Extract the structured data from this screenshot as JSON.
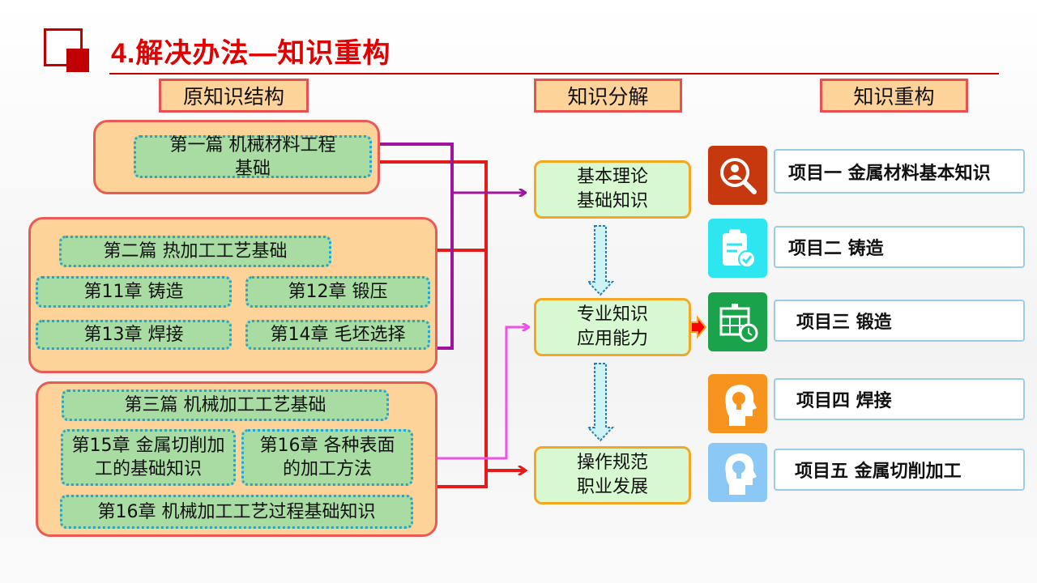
{
  "title": "4.解决办法—知识重构",
  "headers": {
    "original": "原知识结构",
    "decompose": "知识分解",
    "rebuild": "知识重构"
  },
  "original": {
    "part1": {
      "label": "第一篇  机械材料工程基础"
    },
    "part2": {
      "label": "第二篇  热加工工艺基础",
      "chapters": [
        "第11章  铸造",
        "第12章 锻压",
        "第13章  焊接",
        "第14章 毛坯选择"
      ]
    },
    "part3": {
      "label": "第三篇 机械加工工艺基础",
      "chapters": [
        "第15章 金属切削加工的基础知识",
        "第16章 各种表面的加工方法",
        "第16章 机械加工工艺过程基础知识"
      ]
    }
  },
  "decomposition": [
    {
      "line1": "基本理论",
      "line2": "基础知识"
    },
    {
      "line1": "专业知识",
      "line2": "应用能力"
    },
    {
      "line1": "操作规范",
      "line2": "职业发展"
    }
  ],
  "projects": [
    {
      "label": "项目一  金属材料基本知识",
      "icon": "search-person-icon",
      "color": "#c8380f"
    },
    {
      "label": "项目二  铸造",
      "icon": "clipboard-check-icon",
      "color": "#2ee6f0"
    },
    {
      "label": "项目三   锻造",
      "icon": "calendar-clock-icon",
      "color": "#1aa34a"
    },
    {
      "label": "项目四   焊接",
      "icon": "head-bulb-icon",
      "color": "#f6941d"
    },
    {
      "label": "项目五   金属切削加工",
      "icon": "head-bulb-icon",
      "color": "#8cc8f5"
    }
  ],
  "colors": {
    "accent": "#e00000",
    "purple": "#a0159e",
    "red": "#e51b1b",
    "pink": "#f050e8"
  }
}
